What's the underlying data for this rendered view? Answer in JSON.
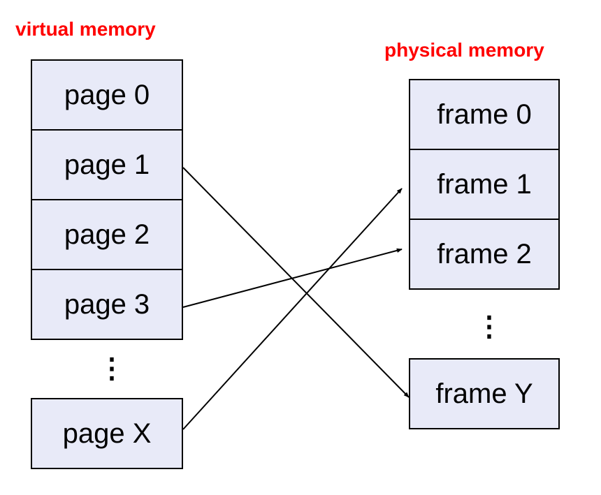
{
  "virtual_memory": {
    "title": "virtual memory",
    "pages": [
      "page 0",
      "page 1",
      "page 2",
      "page 3"
    ],
    "ellipsis": "⋮",
    "last_page": "page X"
  },
  "physical_memory": {
    "title": "physical memory",
    "frames": [
      "frame 0",
      "frame 1",
      "frame 2"
    ],
    "ellipsis": "⋮",
    "last_frame": "frame Y"
  },
  "mappings": [
    {
      "from": "page 1",
      "to": "frame Y"
    },
    {
      "from": "page 3",
      "to": "frame 2"
    },
    {
      "from": "page X",
      "to": "frame 1"
    }
  ],
  "colors": {
    "title": "#ff0000",
    "box_fill": "#e8eaf8",
    "border": "#000000"
  }
}
